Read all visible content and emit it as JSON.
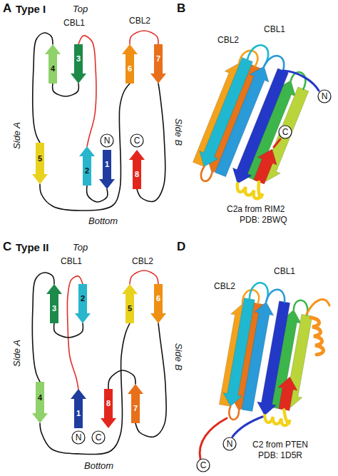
{
  "diagram": {
    "nodes": [
      {
        "text": [
          "1"
        ]
      },
      {
        "text": [
          "2"
        ]
      },
      {
        "text": [
          "3"
        ]
      },
      {
        "text": [
          "4"
        ]
      },
      {
        "text": [
          "5"
        ]
      },
      {
        "text": [
          "6"
        ]
      },
      {
        "text": [
          "7"
        ]
      },
      {
        "text": [
          "8"
        ]
      },
      {
        "text": [
          "N"
        ]
      },
      {
        "text": [
          "C"
        ]
      },
      {
        "text": [
          "N"
        ]
      },
      {
        "text": [
          "C"
        ]
      },
      {
        "text": [
          "1"
        ]
      },
      {
        "text": [
          "2"
        ]
      },
      {
        "text": [
          "3"
        ]
      },
      {
        "text": [
          "4"
        ]
      },
      {
        "text": [
          "5"
        ]
      },
      {
        "text": [
          "6"
        ]
      },
      {
        "text": [
          "7"
        ]
      },
      {
        "text": [
          "8"
        ]
      },
      {
        "text": [
          "N"
        ]
      },
      {
        "text": [
          "C"
        ]
      },
      {
        "text": [
          "N"
        ]
      },
      {
        "text": [
          "C"
        ]
      }
    ],
    "edges": [
      {
        "from": 0,
        "to": 1,
        "arrow": "none"
      },
      {
        "from": 1,
        "to": 2,
        "label": "CBL1",
        "arrow": "none"
      },
      {
        "from": 2,
        "to": 3,
        "arrow": "none"
      },
      {
        "from": 3,
        "to": 4,
        "arrow": "none"
      },
      {
        "from": 4,
        "to": 5,
        "arrow": "none"
      },
      {
        "from": 5,
        "to": 6,
        "label": "CBL2",
        "arrow": "none"
      },
      {
        "from": 6,
        "to": 7,
        "arrow": "none"
      },
      {
        "from": 12,
        "to": 13,
        "label": "CBL1",
        "arrow": "none"
      },
      {
        "from": 13,
        "to": 14,
        "arrow": "none"
      },
      {
        "from": 14,
        "to": 15,
        "arrow": "none"
      },
      {
        "from": 15,
        "to": 16,
        "arrow": "none"
      },
      {
        "from": 16,
        "to": 17,
        "label": "CBL2",
        "arrow": "none"
      },
      {
        "from": 17,
        "to": 18,
        "arrow": "none"
      },
      {
        "from": 18,
        "to": 19,
        "arrow": "none"
      }
    ],
    "labels": [
      "A",
      "Type I",
      "Top",
      "Side A",
      "Side B",
      "Bottom",
      "B",
      "CBL2",
      "CBL1",
      "C2a from RIM2",
      "PDB: 2BWQ",
      "C",
      "Type II",
      "Top",
      "Side A",
      "Side B",
      "Bottom",
      "D",
      "CBL1",
      "CBL2",
      "C2 from PTEN",
      "PDB: 1D5R"
    ]
  }
}
